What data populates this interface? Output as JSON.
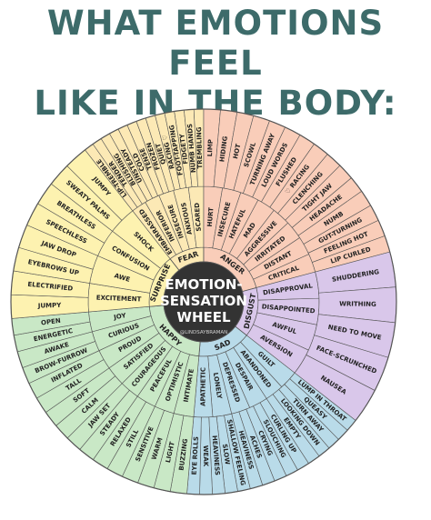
{
  "title": {
    "line1": "WHAT EMOTIONS FEEL",
    "line2": "LIKE IN THE BODY:"
  },
  "center": {
    "line1": "EMOTION-",
    "line2": "SENSATION",
    "line3": "WHEEL",
    "handle": "@LINDSAYBRAMAN"
  },
  "colors": {
    "fear": "#fce9b5",
    "anger": "#f9cdb9",
    "disgust": "#d9c7ea",
    "sad": "#b9dbe9",
    "happy": "#c9e8c6",
    "surprise": "#fdf2b0",
    "center": "#333333",
    "outline": "#555555"
  },
  "emotions": [
    {
      "name": "FEAR",
      "color": "fear",
      "middle": [
        "EMBARRASSED",
        "INFERIOR",
        "INSECURE",
        "ANXIOUS",
        "SCARED"
      ],
      "outer": [
        "LIP-TREMBLE",
        "TENDER",
        "BLUSHING",
        "UNSTEADY",
        "COLD",
        "TENSE",
        "FROZEN",
        "QUIET",
        "RACING ♡",
        "FOOT-TAPPING",
        "FIDGETY",
        "NUMB HANDS",
        "TREMBLING"
      ]
    },
    {
      "name": "ANGER",
      "color": "anger",
      "middle": [
        "HURT",
        "INSECURE",
        "HATEFUL",
        "MAD",
        "AGGRESSIVE",
        "IRRITATED",
        "DISTANT",
        "CRITICAL"
      ],
      "outer": [
        "LIMP",
        "HIDING",
        "HOT",
        "SCOWL",
        "TURNING AWAY",
        "LOUD WORDS",
        "FLUSHED",
        "♡ RACING",
        "CLENCHING",
        "TIGHT JAW",
        "HEADACHE",
        "NUMB",
        "GUT-TURNING",
        "FEELING HOT",
        "LIP CURLED"
      ]
    },
    {
      "name": "DISGUST",
      "color": "disgust",
      "middle": [
        "DISAPPROVAL",
        "DISAPPOINTED",
        "AWFUL",
        "AVERSION"
      ],
      "outer": [
        "SHUDDERING",
        "WRITHING",
        "NEED TO MOVE",
        "FACE-SCRUNCHED",
        "NAUSEA"
      ]
    },
    {
      "name": "SAD",
      "color": "sad",
      "middle": [
        "GUILT",
        "ABANDONED",
        "DESPAIR",
        "DEPRESSED",
        "LONELY",
        "APATHETIC"
      ],
      "outer": [
        "LUMP IN THROAT",
        "QUEASY",
        "TURN AWAY",
        "LOOKING DOWN",
        "EMPTY",
        "CURLING UP",
        "SLOUCHING",
        "CRYING",
        "ACHES",
        "HEAVINESS",
        "SHALLOW FEELING",
        "SLOW",
        "HEAVINESS",
        "WEAK",
        "EYE ROLLS"
      ]
    },
    {
      "name": "HAPPY",
      "color": "happy",
      "middle": [
        "INTIMATE",
        "OPTIMISTIC",
        "PEACEFUL",
        "COURAGEOUS",
        "SATISFIED",
        "PROUD",
        "CURIOUS",
        "JOY"
      ],
      "outer": [
        "BUZZING",
        "LIGHT",
        "WARM",
        "SENSITIVE",
        "STILL",
        "RELAXED",
        "STEADY",
        "JAW SET",
        "CALM",
        "SOFT",
        "TALL",
        "INFLATED",
        "BROW-FURROW",
        "AWAKE",
        "ENERGETIC",
        "OPEN"
      ]
    },
    {
      "name": "SURPRISE",
      "color": "surprise",
      "middle": [
        "EXCITEMENT",
        "AWE",
        "CONFUSION",
        "SHOCK"
      ],
      "outer": [
        "JUMPY",
        "ELECTRIFIED",
        "EYEBROWS UP",
        "JAW DROP",
        "SPEECHLESS",
        "BREATHLESS",
        "SWEATY PALMS",
        "JUMPY"
      ]
    }
  ]
}
